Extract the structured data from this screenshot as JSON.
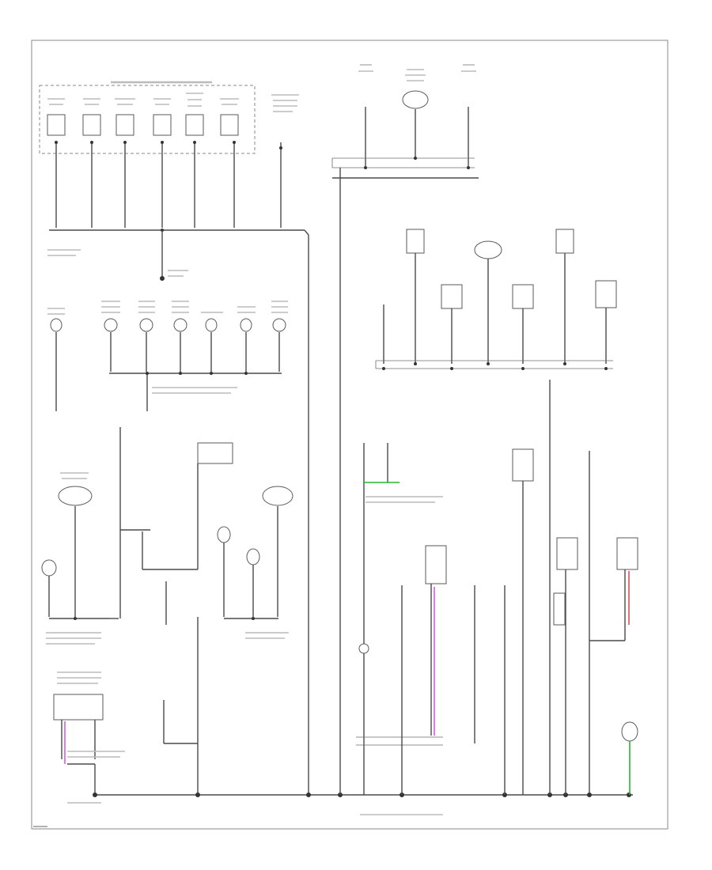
{
  "diagram": {
    "footer_code": "",
    "colors": {
      "wire": "#4a4a4a",
      "green_wire": "#2db52d",
      "pink_wire": "#d65adf",
      "red_wire": "#e0505a",
      "frame": "#888888"
    },
    "components": [
      {
        "id": "c1",
        "label": "",
        "icon": "relay-box-icon"
      },
      {
        "id": "c2",
        "label": "",
        "icon": "lamp-icon"
      },
      {
        "id": "c3",
        "label": "",
        "icon": "connector-icon"
      }
    ],
    "wire_labels": [
      "",
      "",
      ""
    ],
    "connector_notes": [
      "",
      ""
    ]
  }
}
